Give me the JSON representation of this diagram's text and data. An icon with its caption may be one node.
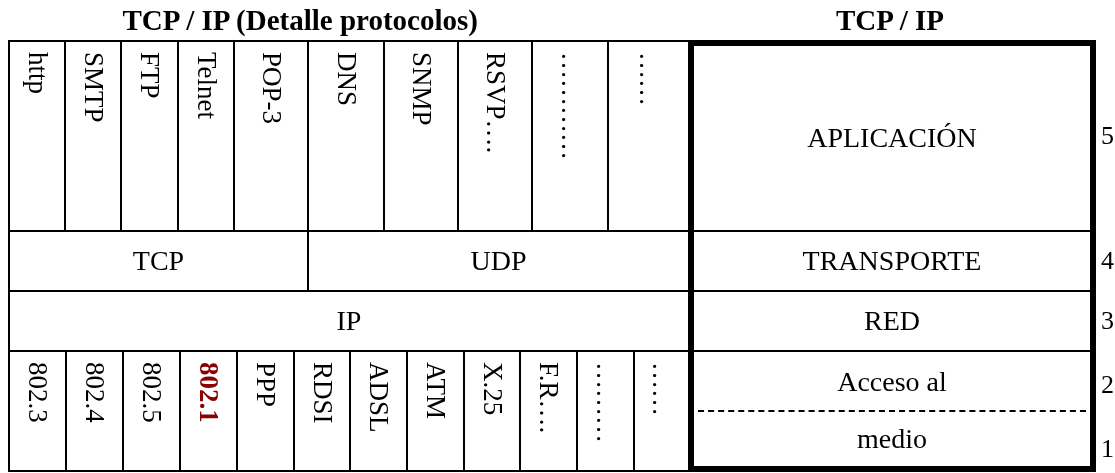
{
  "diagram": {
    "nodes": [
      {
        "text": [
          "TCP / IP (Detalle protocolos)"
        ]
      },
      {
        "text": [
          "http"
        ],
        "in": 0
      },
      {
        "text": [
          "SMTP"
        ],
        "in": 0
      },
      {
        "text": [
          "FTP"
        ],
        "in": 0
      },
      {
        "text": [
          "Telnet"
        ],
        "in": 0
      },
      {
        "text": [
          "POP-3"
        ],
        "in": 0
      },
      {
        "text": [
          "DNS"
        ],
        "in": 0
      },
      {
        "text": [
          "SNMP"
        ],
        "in": 0
      },
      {
        "text": [
          "RSVP…."
        ],
        "in": 0
      },
      {
        "text": [
          "…………"
        ],
        "in": 0
      },
      {
        "text": [
          "……"
        ],
        "in": 0
      },
      {
        "text": [
          "TCP"
        ],
        "in": 0
      },
      {
        "text": [
          "UDP"
        ],
        "in": 0
      },
      {
        "text": [
          "IP"
        ],
        "in": 0
      },
      {
        "text": [
          "802.3"
        ],
        "in": 0
      },
      {
        "text": [
          "802.4"
        ],
        "in": 0
      },
      {
        "text": [
          "802.5"
        ],
        "in": 0
      },
      {
        "text": [
          "802.1"
        ],
        "in": 0
      },
      {
        "text": [
          "PPP"
        ],
        "in": 0
      },
      {
        "text": [
          "RDSI"
        ],
        "in": 0
      },
      {
        "text": [
          "ADSL"
        ],
        "in": 0
      },
      {
        "text": [
          "ATM"
        ],
        "in": 0
      },
      {
        "text": [
          "X.25"
        ],
        "in": 0
      },
      {
        "text": [
          "F.R…."
        ],
        "in": 0
      },
      {
        "text": [
          "………"
        ],
        "in": 0
      },
      {
        "text": [
          "……"
        ],
        "in": 0
      },
      {
        "text": [
          "TCP / IP"
        ]
      },
      {
        "text": [
          "APLICACIÓN"
        ],
        "in": 26,
        "beside": [
          "5"
        ]
      },
      {
        "text": [
          "TRANSPORTE"
        ],
        "in": 26,
        "beside": [
          "4"
        ]
      },
      {
        "text": [
          "RED"
        ],
        "in": 26,
        "beside": [
          "3"
        ]
      },
      {
        "text": [
          "Acceso al"
        ],
        "in": 26,
        "beside": [
          "2"
        ]
      },
      {
        "text": [
          "medio"
        ],
        "in": 26,
        "beside": [
          "1"
        ]
      }
    ]
  }
}
